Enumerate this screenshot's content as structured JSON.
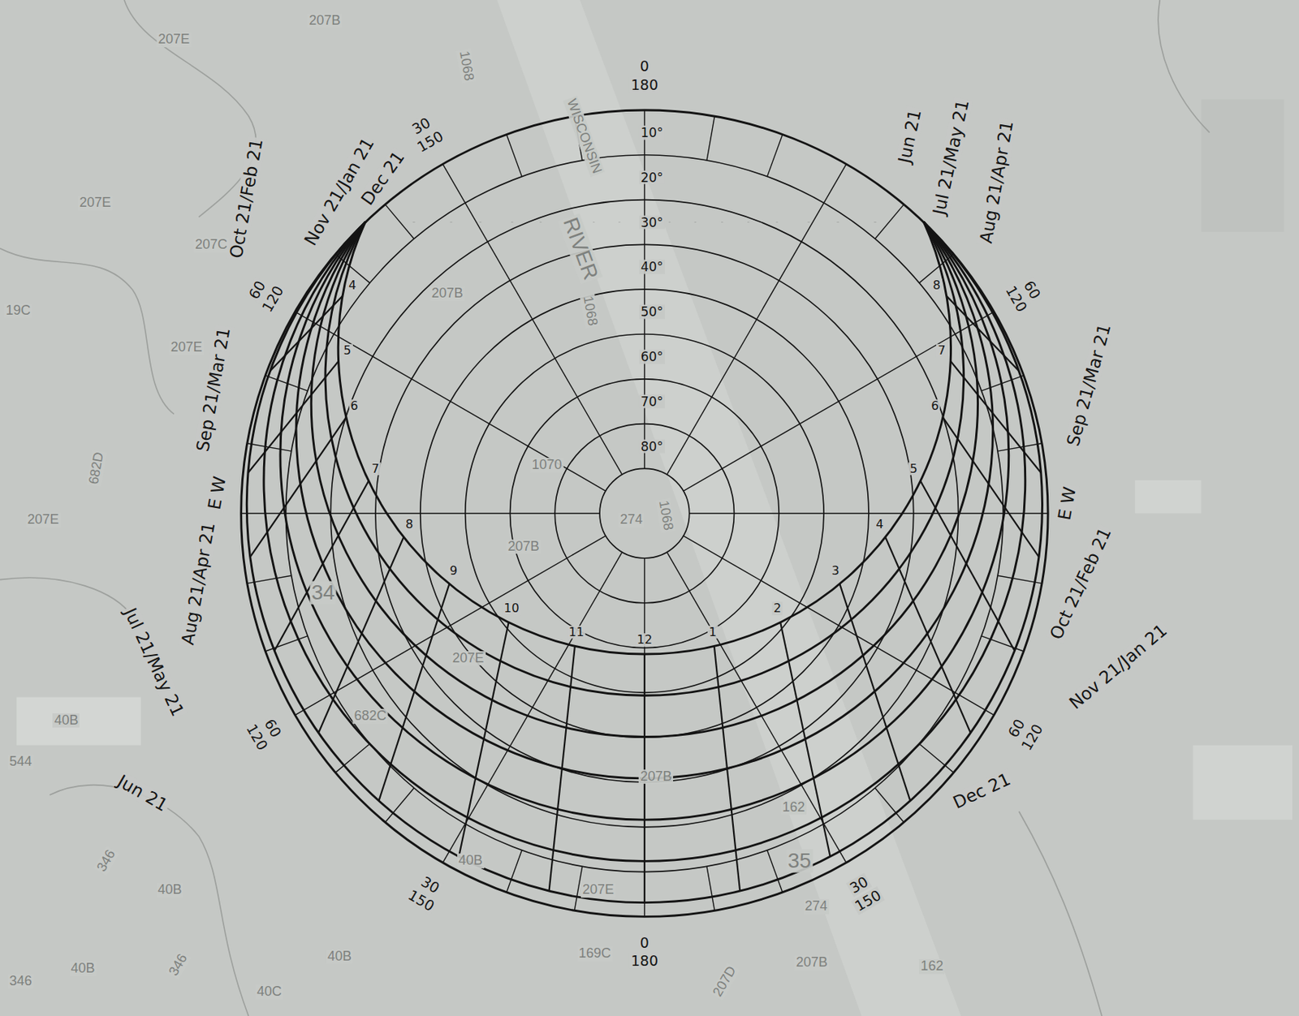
{
  "diagram": {
    "labels": [
      "0",
      "180",
      "10°",
      "20°",
      "30°",
      "40°",
      "50°",
      "60°",
      "70°",
      "80°",
      "30",
      "150",
      "Oct 21/Feb 21",
      "Nov 21/Jan 21",
      "Dec 21",
      "60",
      "120",
      "Jun 21",
      "Jul 21/May 21",
      "Aug 21/Apr 21",
      "60",
      "120",
      "E W",
      "Sep 21/Mar 21",
      "E W",
      "Sep 21/Mar 21",
      "Oct 21/Feb 21",
      "Nov 21/Jan 21",
      "Aug 21/Apr 21",
      "Jul 21/May 21",
      "60",
      "120",
      "Jun 21",
      "60",
      "120",
      "Dec 21",
      "30",
      "150",
      "0",
      "180",
      "30",
      "150",
      "4",
      "5",
      "6",
      "7",
      "8",
      "9",
      "10",
      "11",
      "12",
      "1",
      "2",
      "3",
      "4",
      "5",
      "6",
      "7",
      "8",
      "207B",
      "207E",
      "1068",
      "WISCONSIN",
      "RIVER",
      "207E",
      "207C",
      "19C",
      "207E",
      "682D",
      "207E",
      "207B",
      "1068",
      "1070",
      "274",
      "1068",
      "207B",
      "34",
      "682C",
      "207E",
      "40B",
      "544",
      "346",
      "40B",
      "40B",
      "207E",
      "207B",
      "162",
      "35",
      "274",
      "40B",
      "40B",
      "346",
      "346",
      "40C",
      "169C",
      "207D",
      "207B",
      "162"
    ]
  }
}
